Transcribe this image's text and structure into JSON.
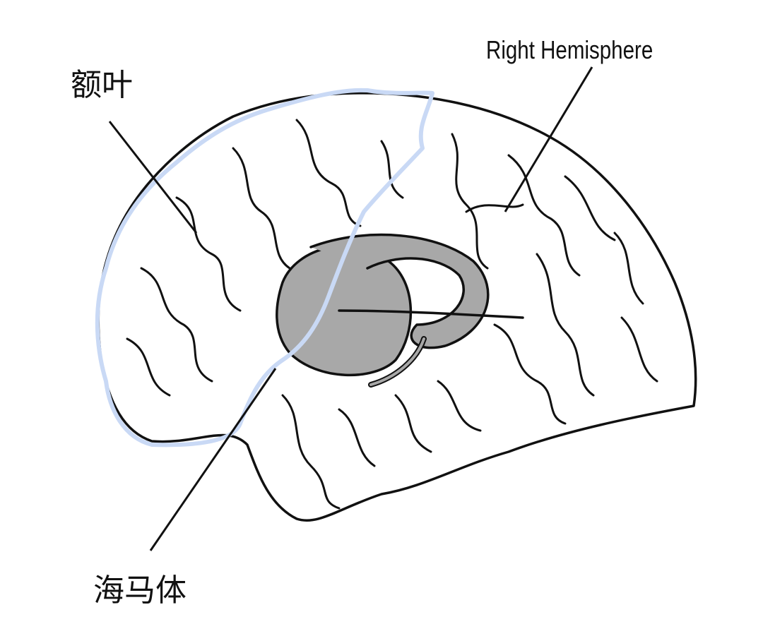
{
  "labels": {
    "frontal_lobe": "额叶",
    "right_hemisphere": "Right Hemisphere",
    "hippocampus": "海马体"
  },
  "colors": {
    "outline": "#111111",
    "frontal_highlight": "#c9d9f5",
    "hippocampus_fill": "#a8a8a8"
  }
}
